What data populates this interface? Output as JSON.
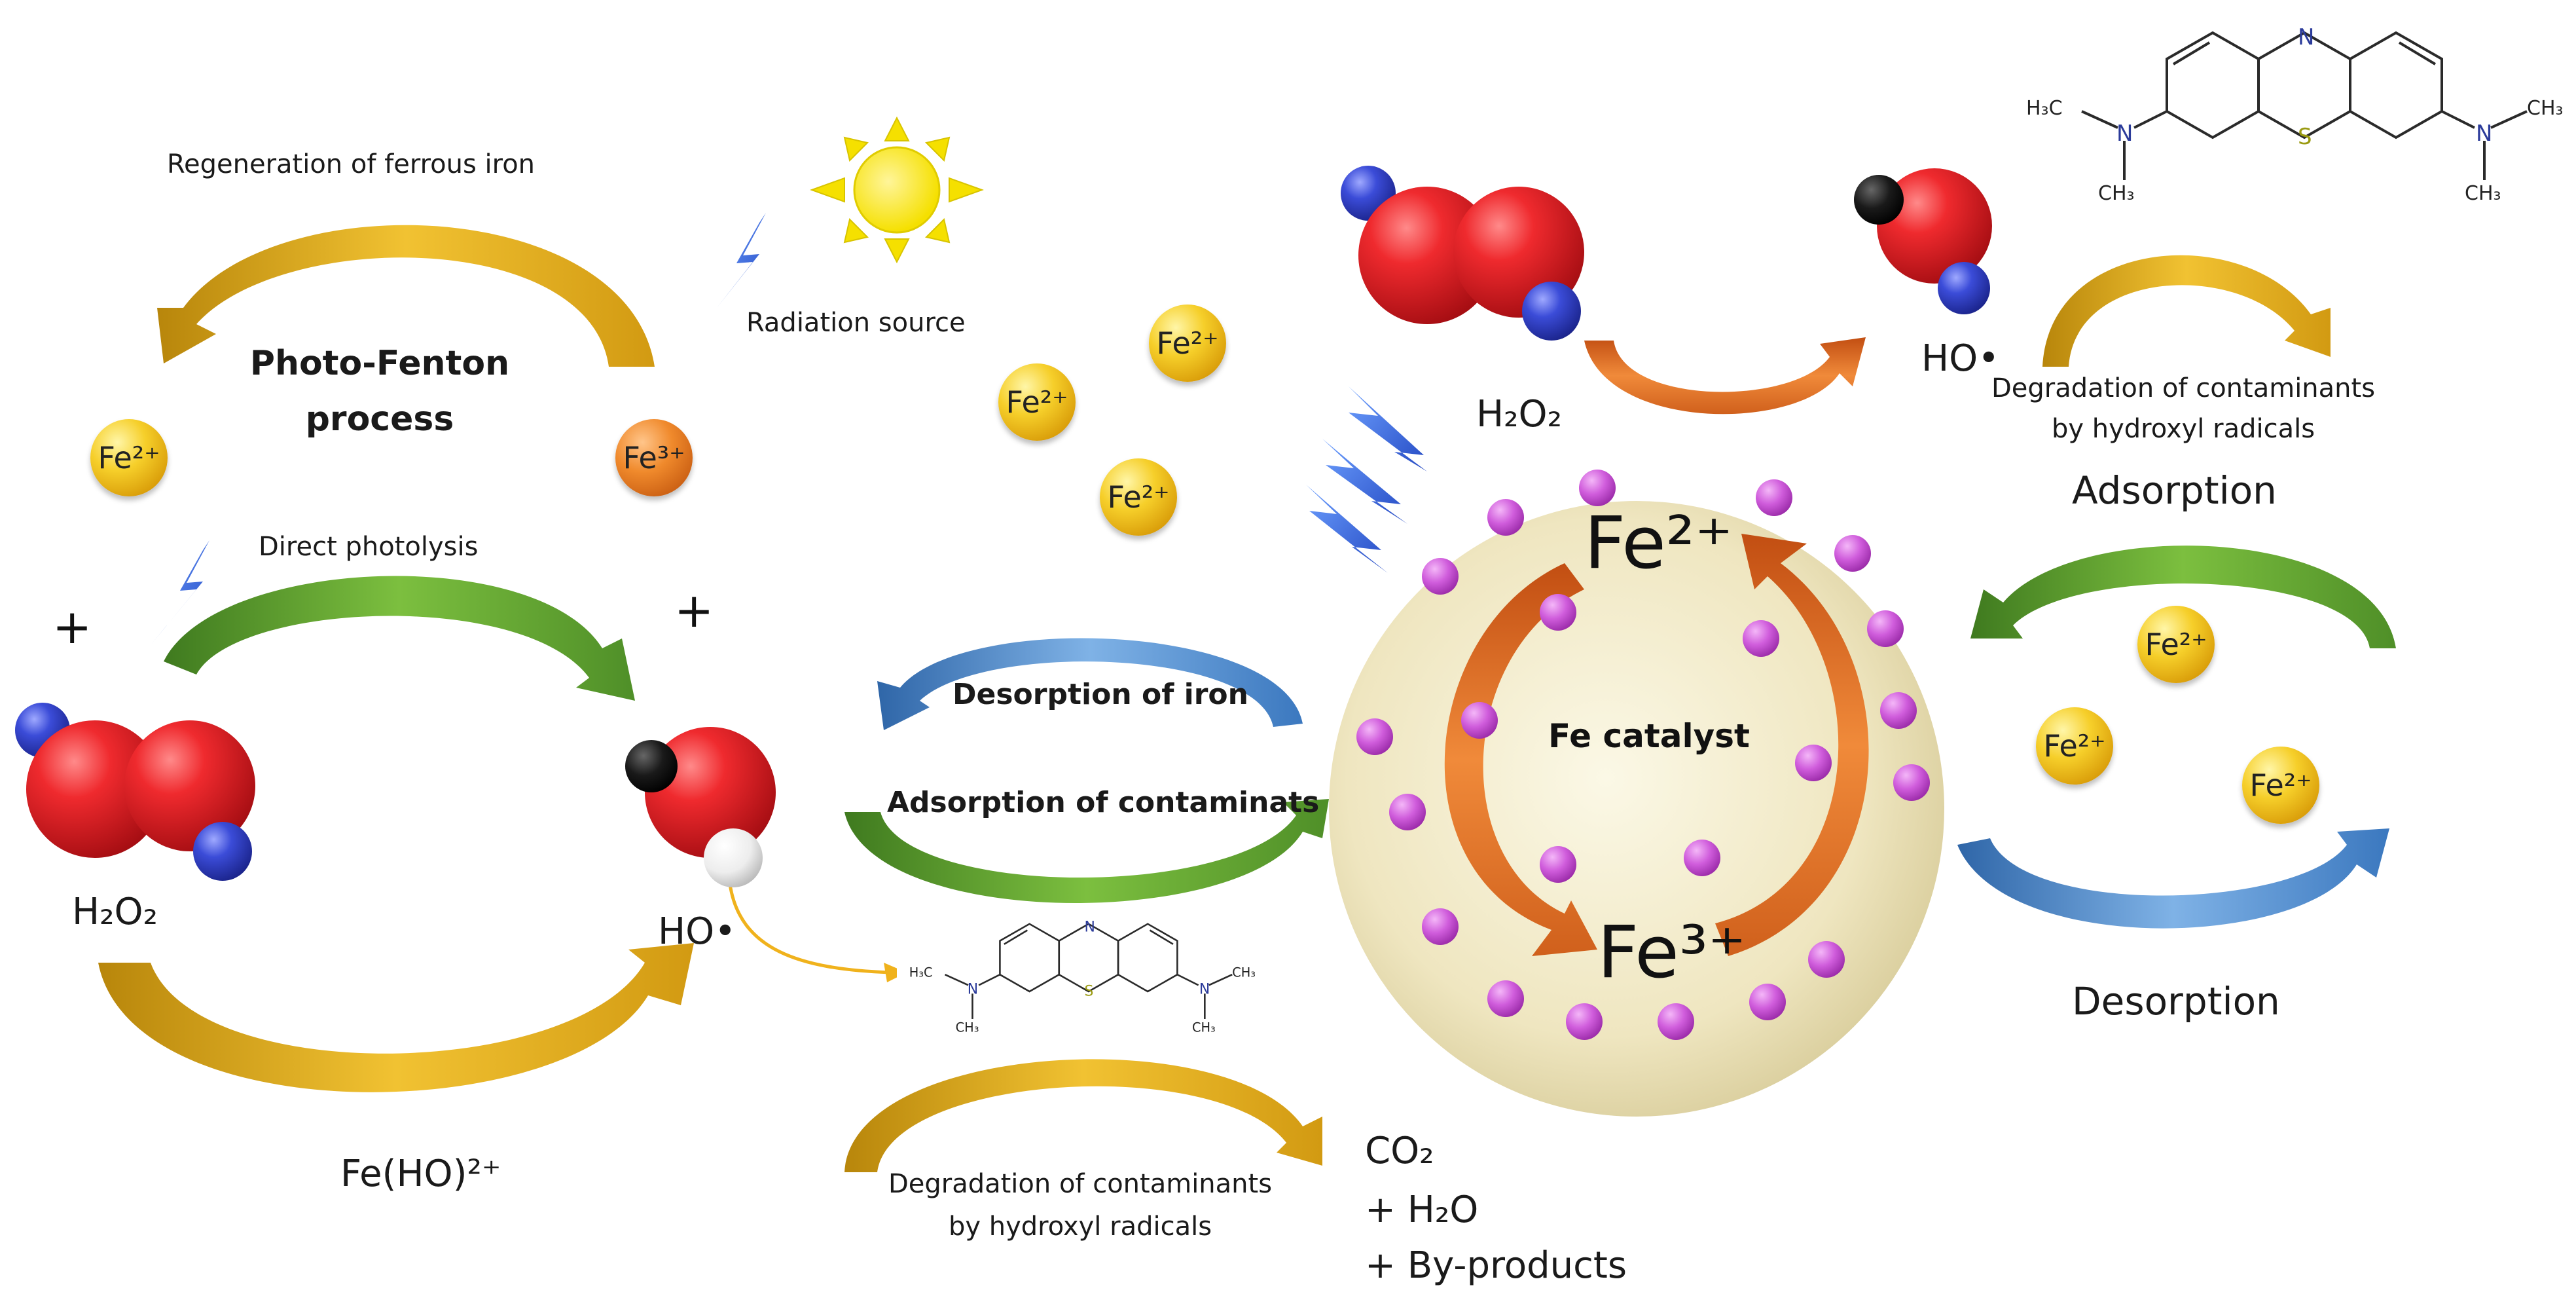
{
  "labels": {
    "regeneration": "Regeneration of ferrous iron",
    "photo_fenton": "Photo-Fenton",
    "process": "process",
    "radiation_source": "Radiation source",
    "direct_photolysis": "Direct photolysis",
    "plus": "+",
    "h2o2_left": "H₂O₂",
    "ho_left": "HO•",
    "fe_ho": "Fe(HO)²⁺",
    "desorption_iron": "Desorption of iron",
    "adsorption_contaminants": "Adsorption of contaminats",
    "degradation_line1": "Degradation of contaminants",
    "degradation_line2": "by hydroxyl radicals",
    "co2": "CO₂",
    "h2o": "+ H₂O",
    "byproducts": "+ By-products",
    "h2o2_right": "H₂O₂",
    "ho_right": "HO•",
    "fe_catalyst": "Fe catalyst",
    "fe2_core": "Fe²⁺",
    "fe3_core": "Fe³⁺",
    "adsorption": "Adsorption",
    "desorption": "Desorption",
    "fe2": "Fe²⁺",
    "fe3": "Fe³⁺"
  },
  "structure": {
    "n_top": "N",
    "s_center": "S",
    "n_left": "N",
    "n_right": "N",
    "h3c_left": "H₃C",
    "ch3_left": "CH₃",
    "ch3_right_top": "CH₃",
    "ch3_right_bottom": "CH₃"
  },
  "colors": {
    "yellow_arrow": "#e0a81a",
    "green_arrow": "#5f9a2c",
    "blue_arrow": "#4f86c6",
    "orange_arrow": "#e06a2a",
    "fe2_ball": "#f2c41e",
    "fe3_ball": "#e57c22",
    "oxygen": "#e5262a",
    "hydrogen": "#3c4fd8",
    "magenta_site": "#cc55d8",
    "catalyst_sphere": "#f1ecc8"
  }
}
